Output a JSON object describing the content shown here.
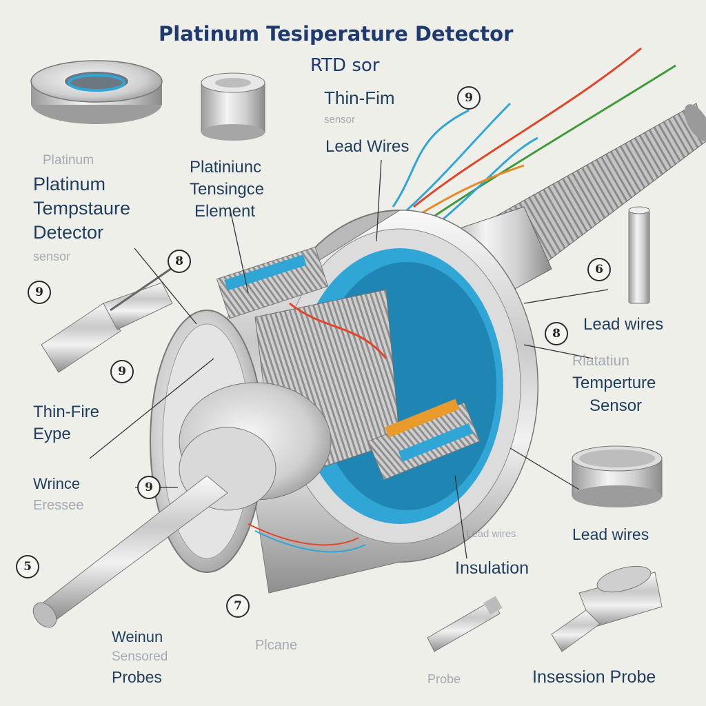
{
  "title": {
    "line1": "Platinum Tesiperature Detector",
    "line2": "RTD sor"
  },
  "labels": {
    "thin_fim": "Thin-Fim",
    "thin_fim_sub": "sensor",
    "lead_wires_top": "Lead Wires",
    "left_faint": "Platinum",
    "left_main": [
      "Platinum",
      "Tempstaure",
      "Detector"
    ],
    "left_sub": "sensor",
    "center_element": [
      "Platiniunc",
      "Tensingce",
      "Element"
    ],
    "thin_fire": [
      "Thin-Fire",
      "Eype"
    ],
    "wrince": [
      "Wrince",
      "Eressee"
    ],
    "lead_wires_right": "Lead wires",
    "right_sensor": [
      "Rlatatiun",
      "Temperture",
      "Sensor"
    ],
    "lead_wires_lower": "Lead wires",
    "lead_wires_lower_faint": "Lead wires",
    "insulation": "Insulation",
    "bottom_left": [
      "Weinun",
      "Sensored",
      "Probes"
    ],
    "bottom_faint": "Plcane",
    "bottom_faint2": "Probe",
    "insession_probe": "Insession Probe"
  },
  "callouts": [
    "9",
    "8",
    "9",
    "9",
    "9",
    "6",
    "8",
    "5",
    "7"
  ],
  "colors": {
    "title": "#1e3a6e",
    "label": "#1f3d5c",
    "wire_red": "#e0452b",
    "wire_green": "#3f9a3a",
    "wire_blue": "#2fa6d6",
    "wire_orange": "#e88a2a"
  }
}
